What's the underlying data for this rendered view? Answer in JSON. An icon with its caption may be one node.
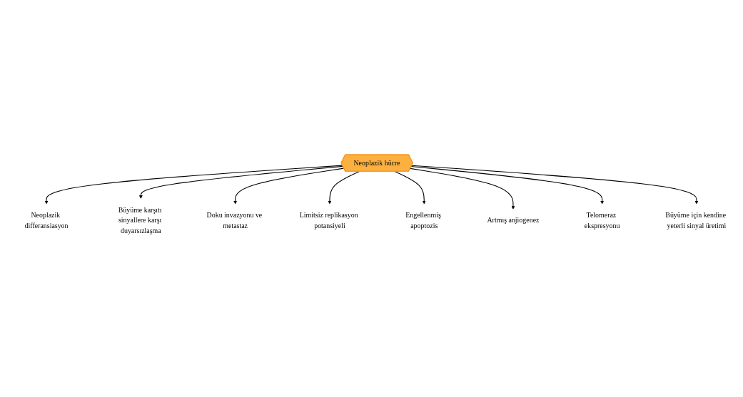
{
  "diagram": {
    "nodes": [
      {
        "text": [
          "Neoplazik differansiasyon"
        ]
      },
      {
        "text": [
          "Büyüme için kendine yeterli sinyal üretimi"
        ]
      },
      {
        "text": [
          "Büyüme karşıtı sinyallere karşı duyarsızlaşma"
        ]
      },
      {
        "text": [
          "Telomeraz ekspresyonu"
        ]
      },
      {
        "text": [
          "Neoplazik hücre"
        ]
      },
      {
        "text": [
          "Doku invazyonu ve metastaz"
        ]
      },
      {
        "text": [
          "Limitsiz replikasyon potansiyeli"
        ]
      },
      {
        "text": [
          "Artmış anjiogenez"
        ]
      },
      {
        "text": [
          "Engellenmiş apoptozis"
        ]
      }
    ],
    "edges": [
      {
        "from": 4,
        "to": 0,
        "arrow": "to"
      },
      {
        "from": 4,
        "to": 2,
        "arrow": "to"
      },
      {
        "from": 4,
        "to": 5,
        "arrow": "to"
      },
      {
        "from": 4,
        "to": 6,
        "arrow": "to"
      },
      {
        "from": 4,
        "to": 8,
        "arrow": "to"
      },
      {
        "from": 4,
        "to": 7,
        "arrow": "to"
      },
      {
        "from": 4,
        "to": 3,
        "arrow": "to"
      },
      {
        "from": 4,
        "to": 1,
        "arrow": "to"
      }
    ]
  }
}
